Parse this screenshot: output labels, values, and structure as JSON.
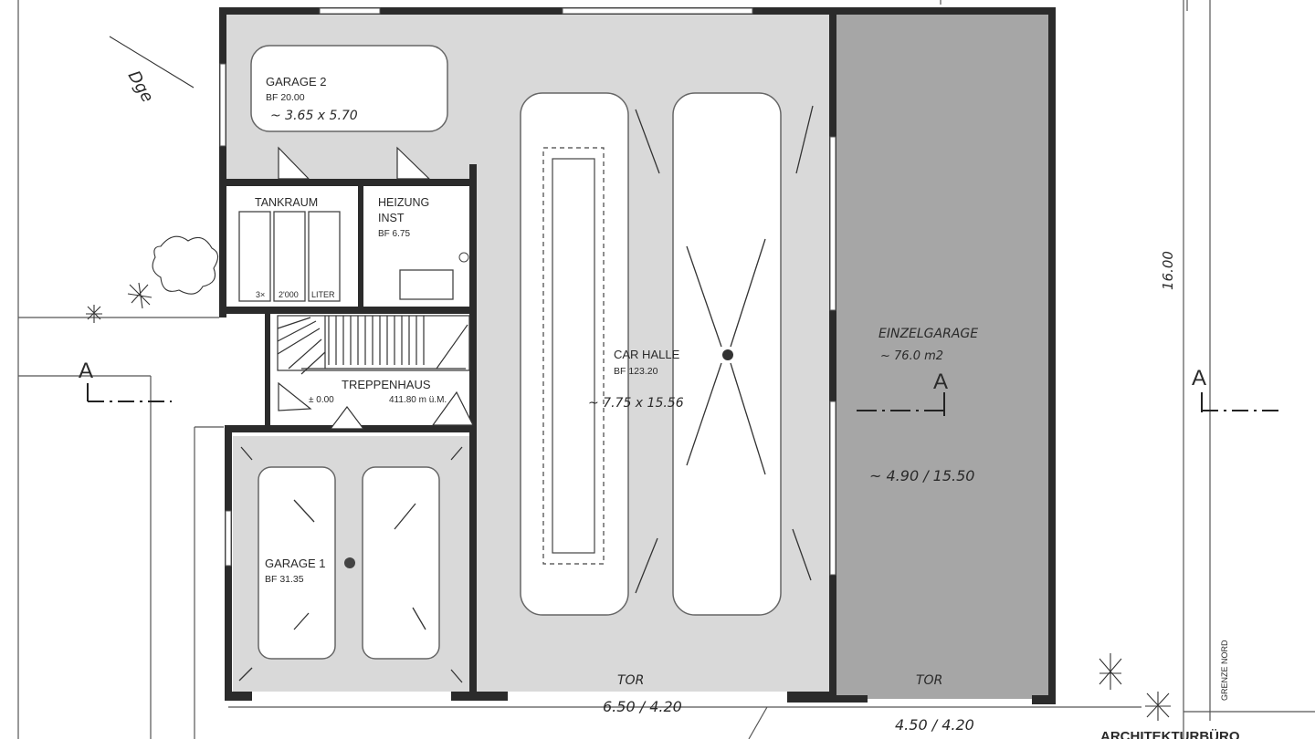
{
  "rooms": {
    "garage2": {
      "name": "GARAGE  2",
      "area": "BF  20.00",
      "dims": "~ 3.65 x 5.70"
    },
    "tankraum": {
      "name": "TANKRAUM",
      "capacity": [
        "3×",
        "2'000",
        "LITER"
      ]
    },
    "heizung": {
      "name_line1": "HEIZUNG",
      "name_line2": "INST",
      "area": "BF  6.75"
    },
    "treppenhaus": {
      "name": "TREPPENHAUS",
      "level": "± 0.00",
      "elevation": "411.80 m ü.M."
    },
    "garage1": {
      "name": "GARAGE  1",
      "area": "BF  31.35"
    },
    "car_halle": {
      "name": "CAR  HALLE",
      "area": "BF  123.20",
      "dims": "~ 7.75 x 15.56"
    },
    "einzelgarage": {
      "name": "EINZELGARAGE",
      "area": "~ 76.0 m2",
      "dims": "~ 4.90 / 15.50"
    }
  },
  "doors": {
    "tor_left": "TOR",
    "tor_right": "TOR"
  },
  "dimensions": {
    "bottom_left": "6.50 / 4.20",
    "bottom_right": "4.50 / 4.20",
    "depth": "16.00"
  },
  "section_markers": {
    "left": "A",
    "center": "A",
    "right": "A"
  },
  "boundary": {
    "label": "GRENZE NORD"
  },
  "handwritten": {
    "top_left": "Dge"
  },
  "footer": {
    "office": "ARCHITEKTURBÜRO"
  },
  "colors": {
    "hall_fill": "#d9d9d9",
    "einzelgarage_fill": "#a6a6a6",
    "wall": "#2b2b2b",
    "paper": "#ffffff"
  }
}
